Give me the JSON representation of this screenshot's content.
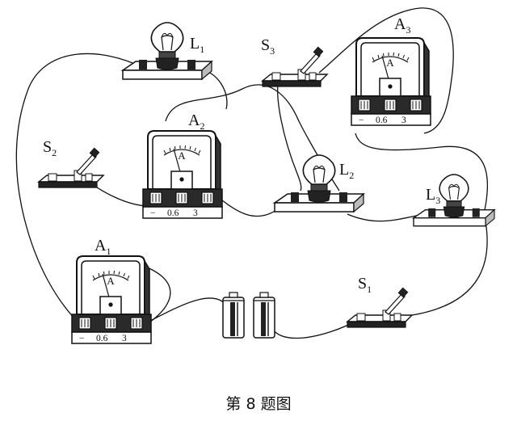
{
  "caption": "第 8 题图",
  "components": {
    "lamps": [
      {
        "name": "L",
        "sub": "1"
      },
      {
        "name": "L",
        "sub": "2"
      },
      {
        "name": "L",
        "sub": "3"
      }
    ],
    "ammeters": [
      {
        "name": "A",
        "sub": "1",
        "dial": "A",
        "terminals": [
          "−",
          "0.6",
          "3"
        ]
      },
      {
        "name": "A",
        "sub": "2",
        "dial": "A",
        "terminals": [
          "−",
          "0.6",
          "3"
        ]
      },
      {
        "name": "A",
        "sub": "3",
        "dial": "A",
        "terminals": [
          "−",
          "0.6",
          "3"
        ]
      }
    ],
    "switches": [
      {
        "name": "S",
        "sub": "1"
      },
      {
        "name": "S",
        "sub": "2"
      },
      {
        "name": "S",
        "sub": "3"
      }
    ],
    "battery_cells": 2
  }
}
